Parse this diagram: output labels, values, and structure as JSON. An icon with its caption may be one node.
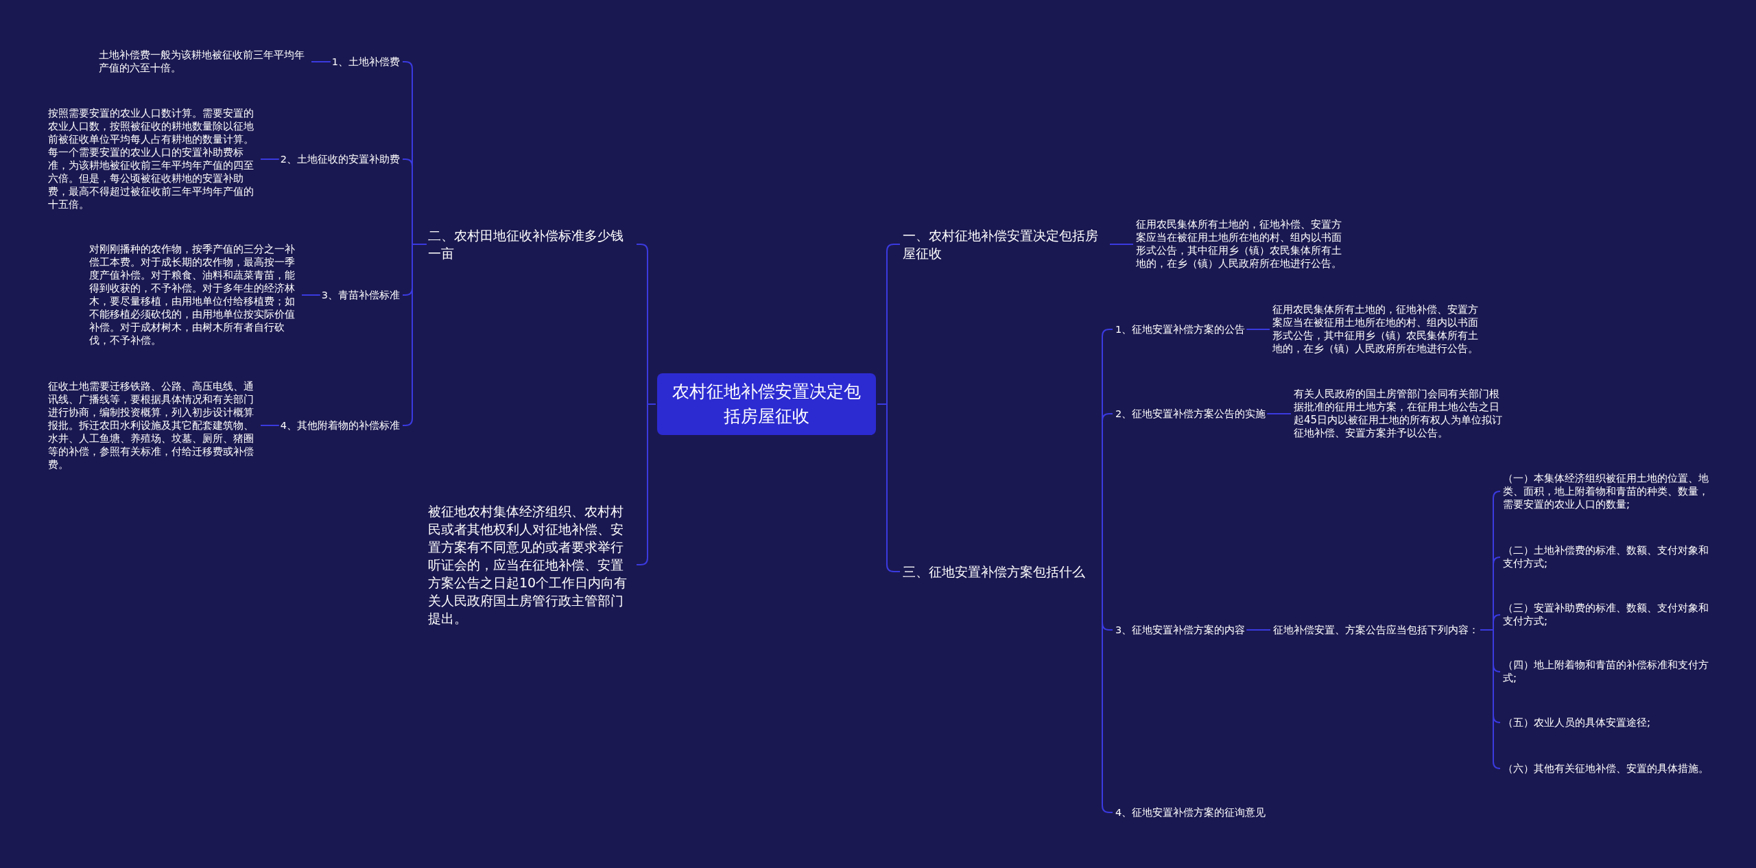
{
  "diagram": {
    "nodes": [
      {
        "text": [
          "农村征地补偿安置决定包括房屋征收"
        ]
      },
      {
        "text": [
          "二、农村田地征收补偿标准多少钱一亩"
        ]
      },
      {
        "text": [
          "1、土地补偿费"
        ]
      },
      {
        "text": [
          "土地补偿费一般为该耕地被征收前三年平均年产值的六至十倍。"
        ]
      },
      {
        "text": [
          "2、土地征收的安置补助费"
        ]
      },
      {
        "text": [
          "按照需要安置的农业人口数计算。需要安置的农业人口数，按照被征收的耕地数量除以征地前被征收单位平均每人占有耕地的数量计算。每一个需要安置的农业人口的安置补助费标准，为该耕地被征收前三年平均年产值的四至六倍。但是，每公顷被征收耕地的安置补助费，最高不得超过被征收前三年平均年产值的十五倍。"
        ]
      },
      {
        "text": [
          "3、青苗补偿标准"
        ]
      },
      {
        "text": [
          "对刚刚播种的农作物，按季产值的三分之一补偿工本费。对于成长期的农作物，最高按一季度产值补偿。对于粮食、油料和蔬菜青苗，能得到收获的，不予补偿。对于多年生的经济林木，要尽量移植，由用地单位付给移植费；如不能移植必须砍伐的，由用地单位按实际价值补偿。对于成材树木，由树木所有者自行砍伐，不予补偿。"
        ]
      },
      {
        "text": [
          "4、其他附着物的补偿标准"
        ]
      },
      {
        "text": [
          "征收土地需要迁移铁路、公路、高压电线、通讯线、广播线等，要根据具体情况和有关部门进行协商，编制投资概算，列入初步设计概算报批。拆迁农田水利设施及其它配套建筑物、水井、人工鱼塘、养殖场、坟墓、厕所、猪圈等的补偿，参照有关标准，付给迁移费或补偿费。"
        ]
      },
      {
        "text": [
          "被征地农村集体经济组织、农村村民或者其他权利人对征地补偿、安置方案有不同意见的或者要求举行听证会的，应当在征地补偿、安置方案公告之日起10个工作日内向有关人民政府国土房管行政主管部门提出。"
        ]
      },
      {
        "text": [
          "一、农村征地补偿安置决定包括房屋征收"
        ]
      },
      {
        "text": [
          "征用农民集体所有土地的，征地补偿、安置方案应当在被征用土地所在地的村、组内以书面形式公告，其中征用乡（镇）农民集体所有土地的，在乡（镇）人民政府所在地进行公告。"
        ]
      },
      {
        "text": [
          "三、征地安置补偿方案包括什么"
        ]
      },
      {
        "text": [
          "1、征地安置补偿方案的公告"
        ]
      },
      {
        "text": [
          "征用农民集体所有土地的，征地补偿、安置方案应当在被征用土地所在地的村、组内以书面形式公告，其中征用乡（镇）农民集体所有土地的，在乡（镇）人民政府所在地进行公告。"
        ]
      },
      {
        "text": [
          "2、征地安置补偿方案公告的实施"
        ]
      },
      {
        "text": [
          "有关人民政府的国土房管部门会同有关部门根据批准的征用土地方案，在征用土地公告之日起45日内以被征用土地的所有权人为单位拟订征地补偿、安置方案并予以公告。"
        ]
      },
      {
        "text": [
          "3、征地安置补偿方案的内容"
        ]
      },
      {
        "text": [
          "征地补偿安置、方案公告应当包括下列内容："
        ]
      },
      {
        "text": [
          "（一）本集体经济组织被征用土地的位置、地类、面积，地上附着物和青苗的种类、数量，需要安置的农业人口的数量;"
        ]
      },
      {
        "text": [
          "（二）土地补偿费的标准、数额、支付对象和支付方式;"
        ]
      },
      {
        "text": [
          "（三）安置补助费的标准、数额、支付对象和支付方式;"
        ]
      },
      {
        "text": [
          "（四）地上附着物和青苗的补偿标准和支付方式;"
        ]
      },
      {
        "text": [
          "（五）农业人员的具体安置途径;"
        ]
      },
      {
        "text": [
          "（六）其他有关征地补偿、安置的具体措施。"
        ]
      },
      {
        "text": [
          "4、征地安置补偿方案的征询意见"
        ]
      }
    ],
    "edges": [
      {
        "from": 0,
        "to": 1,
        "arrow": "none"
      },
      {
        "from": 0,
        "to": 10,
        "arrow": "none"
      },
      {
        "from": 1,
        "to": 2,
        "arrow": "none"
      },
      {
        "from": 1,
        "to": 4,
        "arrow": "none"
      },
      {
        "from": 1,
        "to": 6,
        "arrow": "none"
      },
      {
        "from": 1,
        "to": 8,
        "arrow": "none"
      },
      {
        "from": 2,
        "to": 3,
        "arrow": "none"
      },
      {
        "from": 4,
        "to": 5,
        "arrow": "none"
      },
      {
        "from": 6,
        "to": 7,
        "arrow": "none"
      },
      {
        "from": 8,
        "to": 9,
        "arrow": "none"
      },
      {
        "from": 0,
        "to": 11,
        "arrow": "none"
      },
      {
        "from": 0,
        "to": 13,
        "arrow": "none"
      },
      {
        "from": 11,
        "to": 12,
        "arrow": "none"
      },
      {
        "from": 13,
        "to": 14,
        "arrow": "none"
      },
      {
        "from": 13,
        "to": 16,
        "arrow": "none"
      },
      {
        "from": 13,
        "to": 18,
        "arrow": "none"
      },
      {
        "from": 13,
        "to": 26,
        "arrow": "none"
      },
      {
        "from": 14,
        "to": 15,
        "arrow": "none"
      },
      {
        "from": 16,
        "to": 17,
        "arrow": "none"
      },
      {
        "from": 18,
        "to": 19,
        "arrow": "none"
      },
      {
        "from": 19,
        "to": 20,
        "arrow": "none"
      },
      {
        "from": 19,
        "to": 21,
        "arrow": "none"
      },
      {
        "from": 19,
        "to": 22,
        "arrow": "none"
      },
      {
        "from": 19,
        "to": 23,
        "arrow": "none"
      },
      {
        "from": 19,
        "to": 24,
        "arrow": "none"
      },
      {
        "from": 19,
        "to": 25,
        "arrow": "none"
      }
    ]
  }
}
